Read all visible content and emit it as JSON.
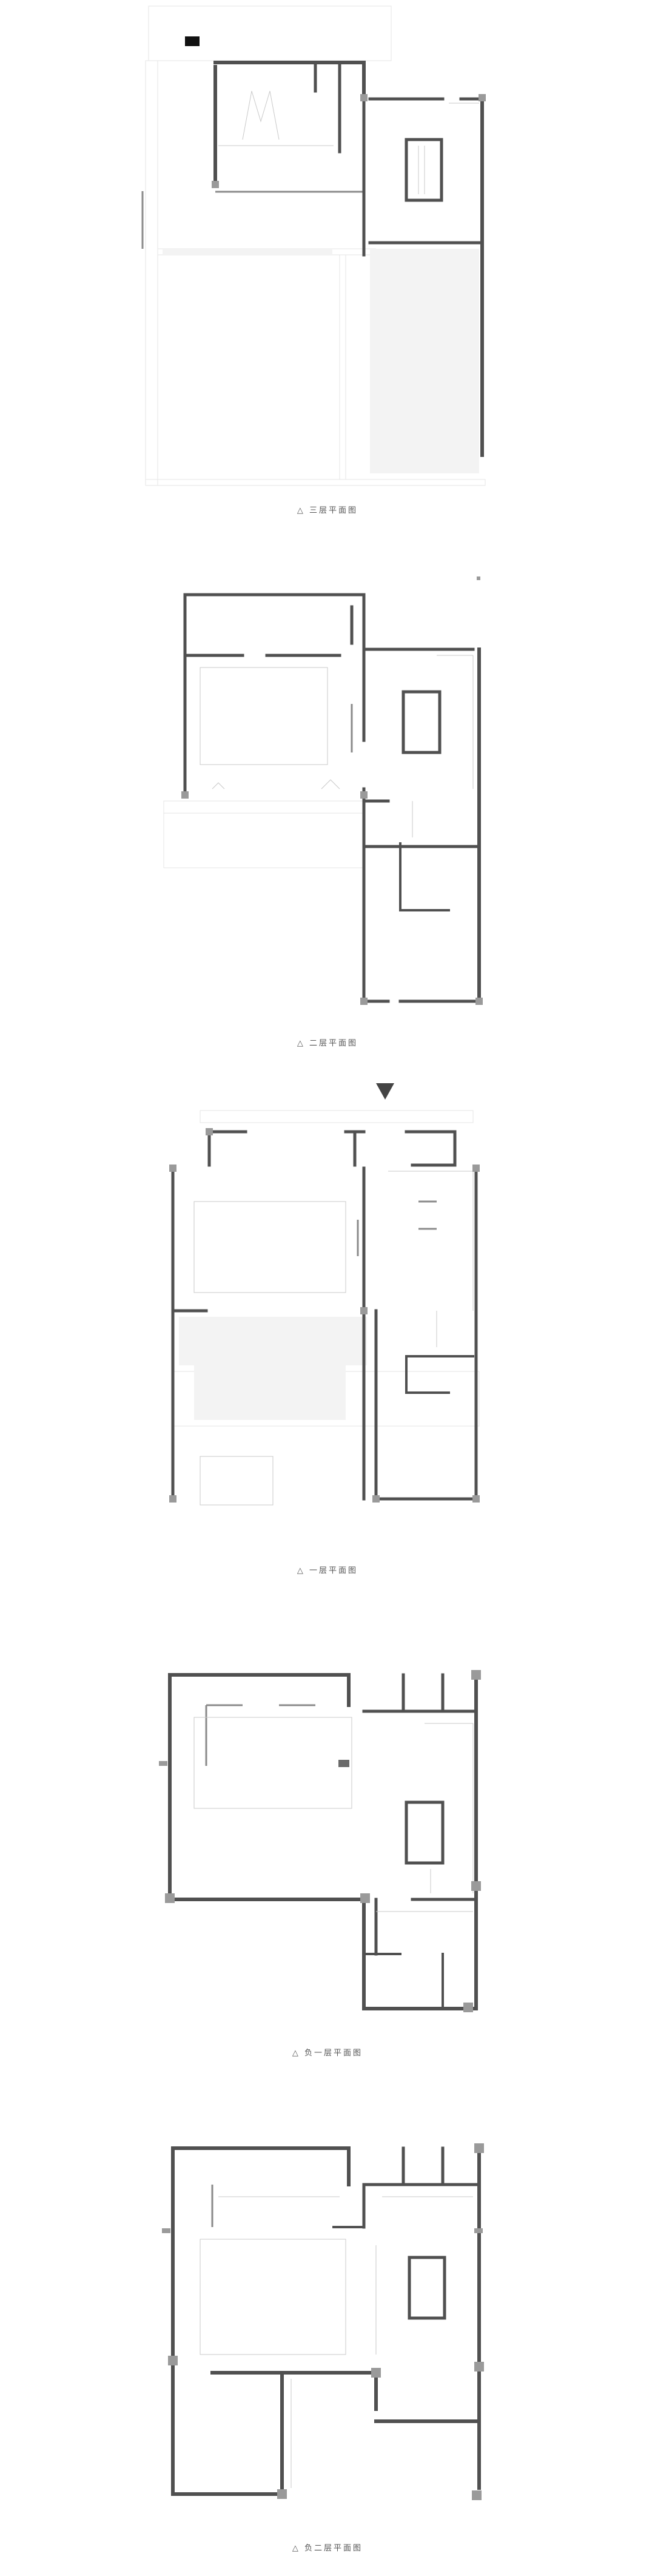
{
  "plans": [
    {
      "id": "floor-3",
      "caption": "△ 三层平面图"
    },
    {
      "id": "floor-2",
      "caption": "△ 二层平面图"
    },
    {
      "id": "floor-1",
      "caption": "△ 一层平面图"
    },
    {
      "id": "floor-b1",
      "caption": "△ 负一层平面图"
    },
    {
      "id": "floor-b2",
      "caption": "△ 负二层平面图"
    }
  ],
  "colors": {
    "wall": "#505050",
    "column": "#9a9a9a",
    "line": "#c9c9c9",
    "caption": "#555555"
  }
}
